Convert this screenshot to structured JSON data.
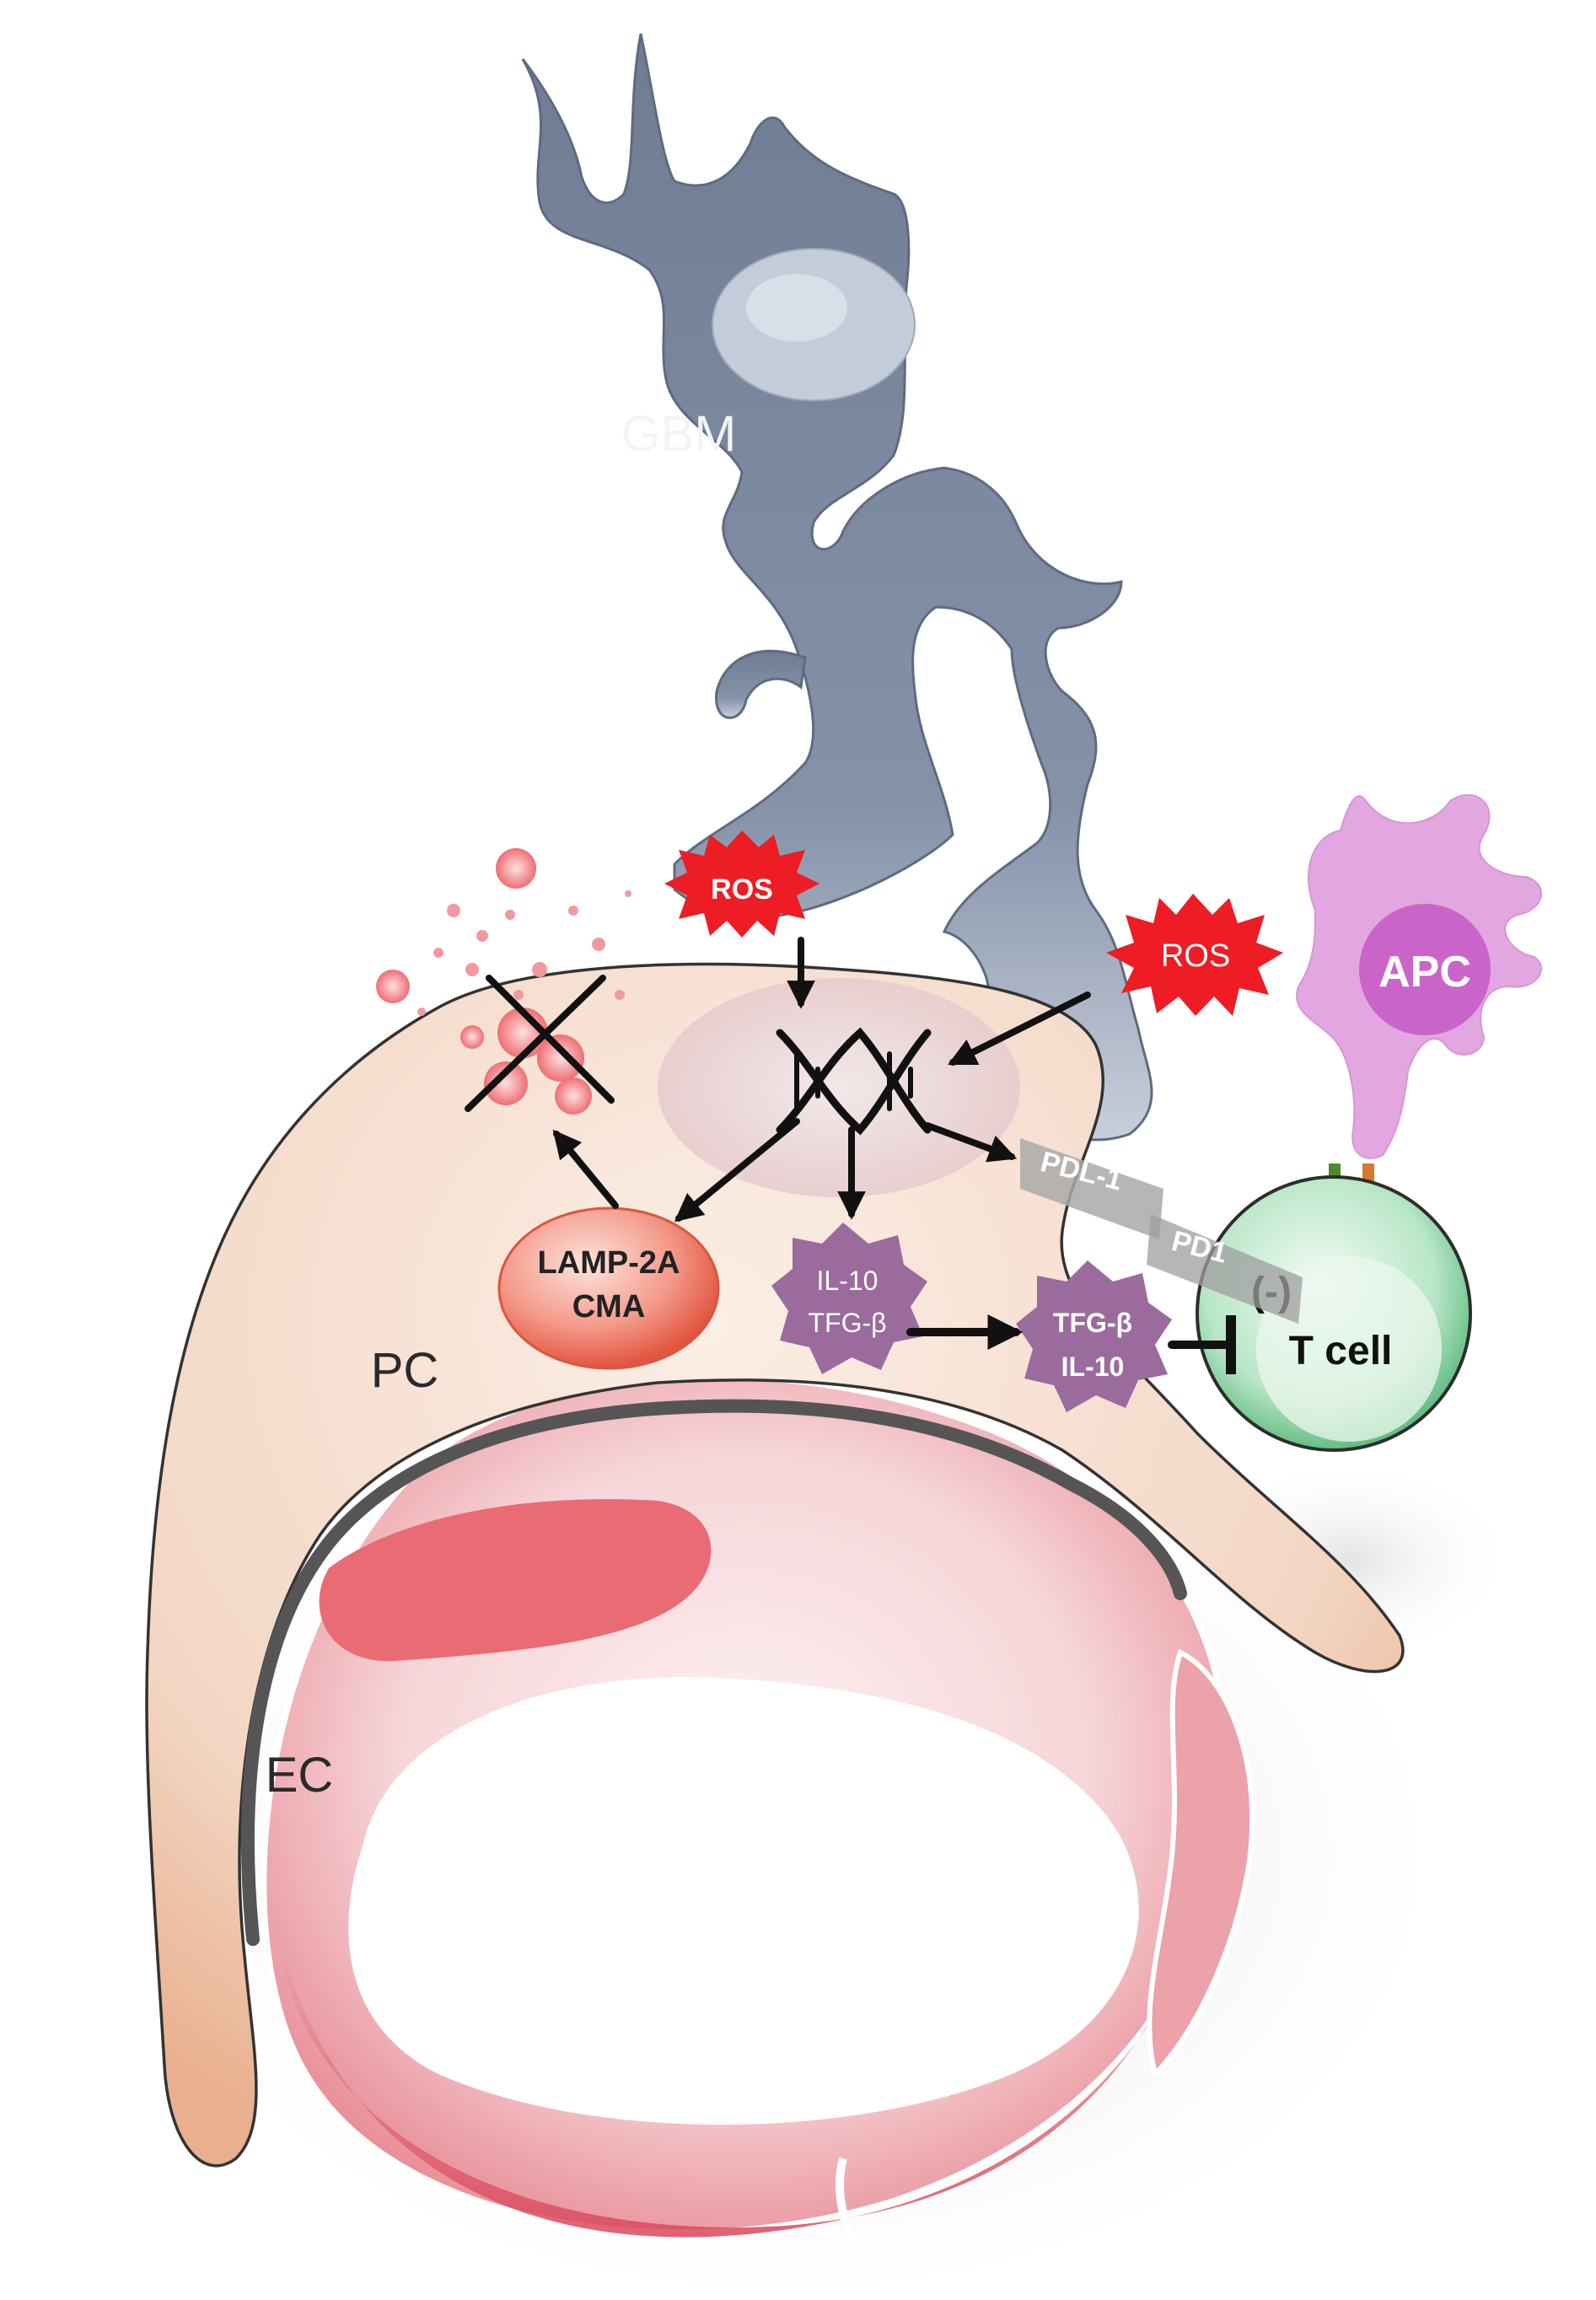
{
  "labels": {
    "gbm": "GBM",
    "pc": "PC",
    "ec": "EC",
    "ros_top": "ROS",
    "ros_right": "ROS",
    "apc": "APC",
    "t_cell": "T cell",
    "lamp_line1": "LAMP-2A",
    "lamp_line2": "CMA",
    "cyto_inner_line1": "IL-10",
    "cyto_inner_line2": "TFG-β",
    "cyto_outer_line1": "TFG-β",
    "cyto_outer_line2": "IL-10",
    "pdl1": "PDL-1",
    "pd1": "PD1",
    "inhibition": "(-)"
  },
  "colors": {
    "gbm_cell": "#7d8ba1",
    "pericyte": "#f2d2bf",
    "endothelium": "#eaa4aa",
    "ros_star": "#ee1c24",
    "apc": "#e2a6e0",
    "t_cell": "#7fcf9c",
    "lamp": "#ec6a5e",
    "cytokine": "#9a6b9c",
    "checkpoint": "#a9a9a9"
  },
  "icons": [
    "dna-helix-icon",
    "ros-burst-icon",
    "blocked-cross-icon"
  ]
}
